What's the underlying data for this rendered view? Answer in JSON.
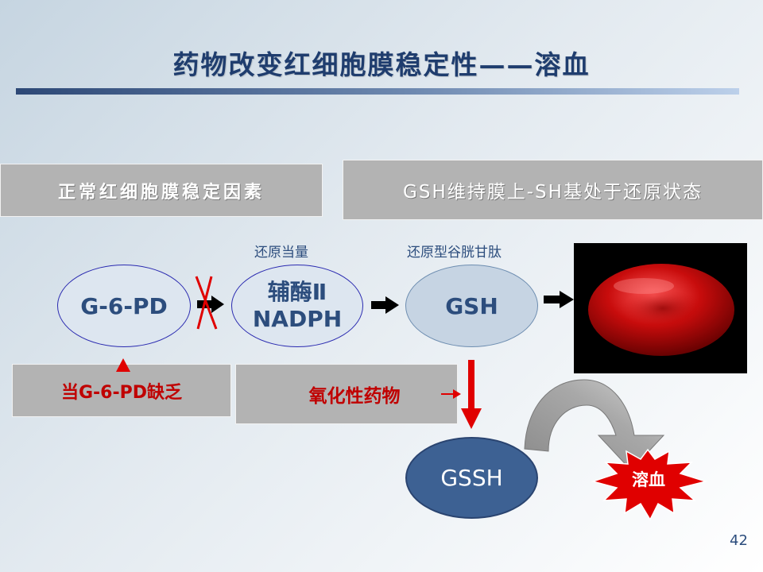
{
  "title": "药物改变红细胞膜稳定性——溶血",
  "boxes": {
    "normal_factors": "正常红细胞膜稳定因素",
    "gsh_maintain": "GSH维持膜上-SH基处于还原状态",
    "deficiency": "当G-6-PD缺乏",
    "oxidative_drugs": "氧化性药物"
  },
  "nodes": {
    "g6pd": "G-6-PD",
    "nadph_line1": "辅酶Ⅱ",
    "nadph_line2": "NADPH",
    "gsh": "GSH",
    "gssh": "GSSH"
  },
  "labels": {
    "reducing_equivalent": "还原当量",
    "reduced_glutathione": "还原型谷胱甘肽"
  },
  "result": "溶血",
  "page_number": "42",
  "colors": {
    "title": "#1f3d6e",
    "node_text": "#2c4d7d",
    "alert_red": "#c00000",
    "arrow_red": "#e00000",
    "gssh_fill": "#3d6193"
  }
}
